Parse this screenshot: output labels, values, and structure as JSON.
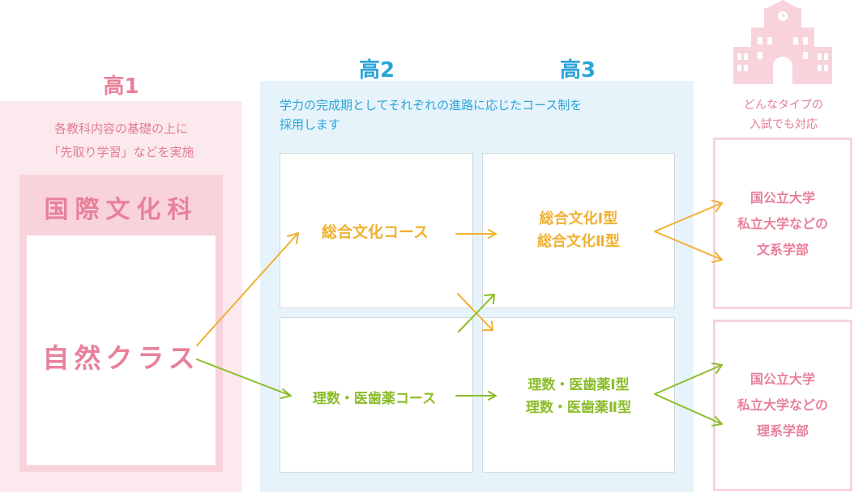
{
  "grades": {
    "k1": "高1",
    "k2": "高2",
    "k3": "高3"
  },
  "k1": {
    "desc_line1": "各教科内容の基礎の上に",
    "desc_line2": "「先取り学習」などを実施",
    "department": "国際文化科",
    "class_name": "自然クラス"
  },
  "k23": {
    "desc_line1": "学力の完成期としてそれぞれの進路に応じたコース制を",
    "desc_line2": "採用します",
    "course_bunka": "総合文化コース",
    "course_rika": "理数・医歯薬コース",
    "type_bunka_1": "総合文化Ⅰ型",
    "type_bunka_2": "総合文化Ⅱ型",
    "type_rika_1": "理数・医歯薬Ⅰ型",
    "type_rika_2": "理数・医歯薬Ⅱ型"
  },
  "univ": {
    "caption_line1": "どんなタイプの",
    "caption_line2": "入試でも対応",
    "bunka_line1": "国公立大学",
    "bunka_line2": "私立大学などの",
    "bunka_line3": "文系学部",
    "rika_line1": "国公立大学",
    "rika_line2": "私立大学などの",
    "rika_line3": "理系学部"
  },
  "colors": {
    "pink": "#e8809a",
    "pink_light": "#f8d3dc",
    "blue": "#2aa5d8",
    "orange": "#f0b132",
    "green": "#8bbd2a"
  }
}
